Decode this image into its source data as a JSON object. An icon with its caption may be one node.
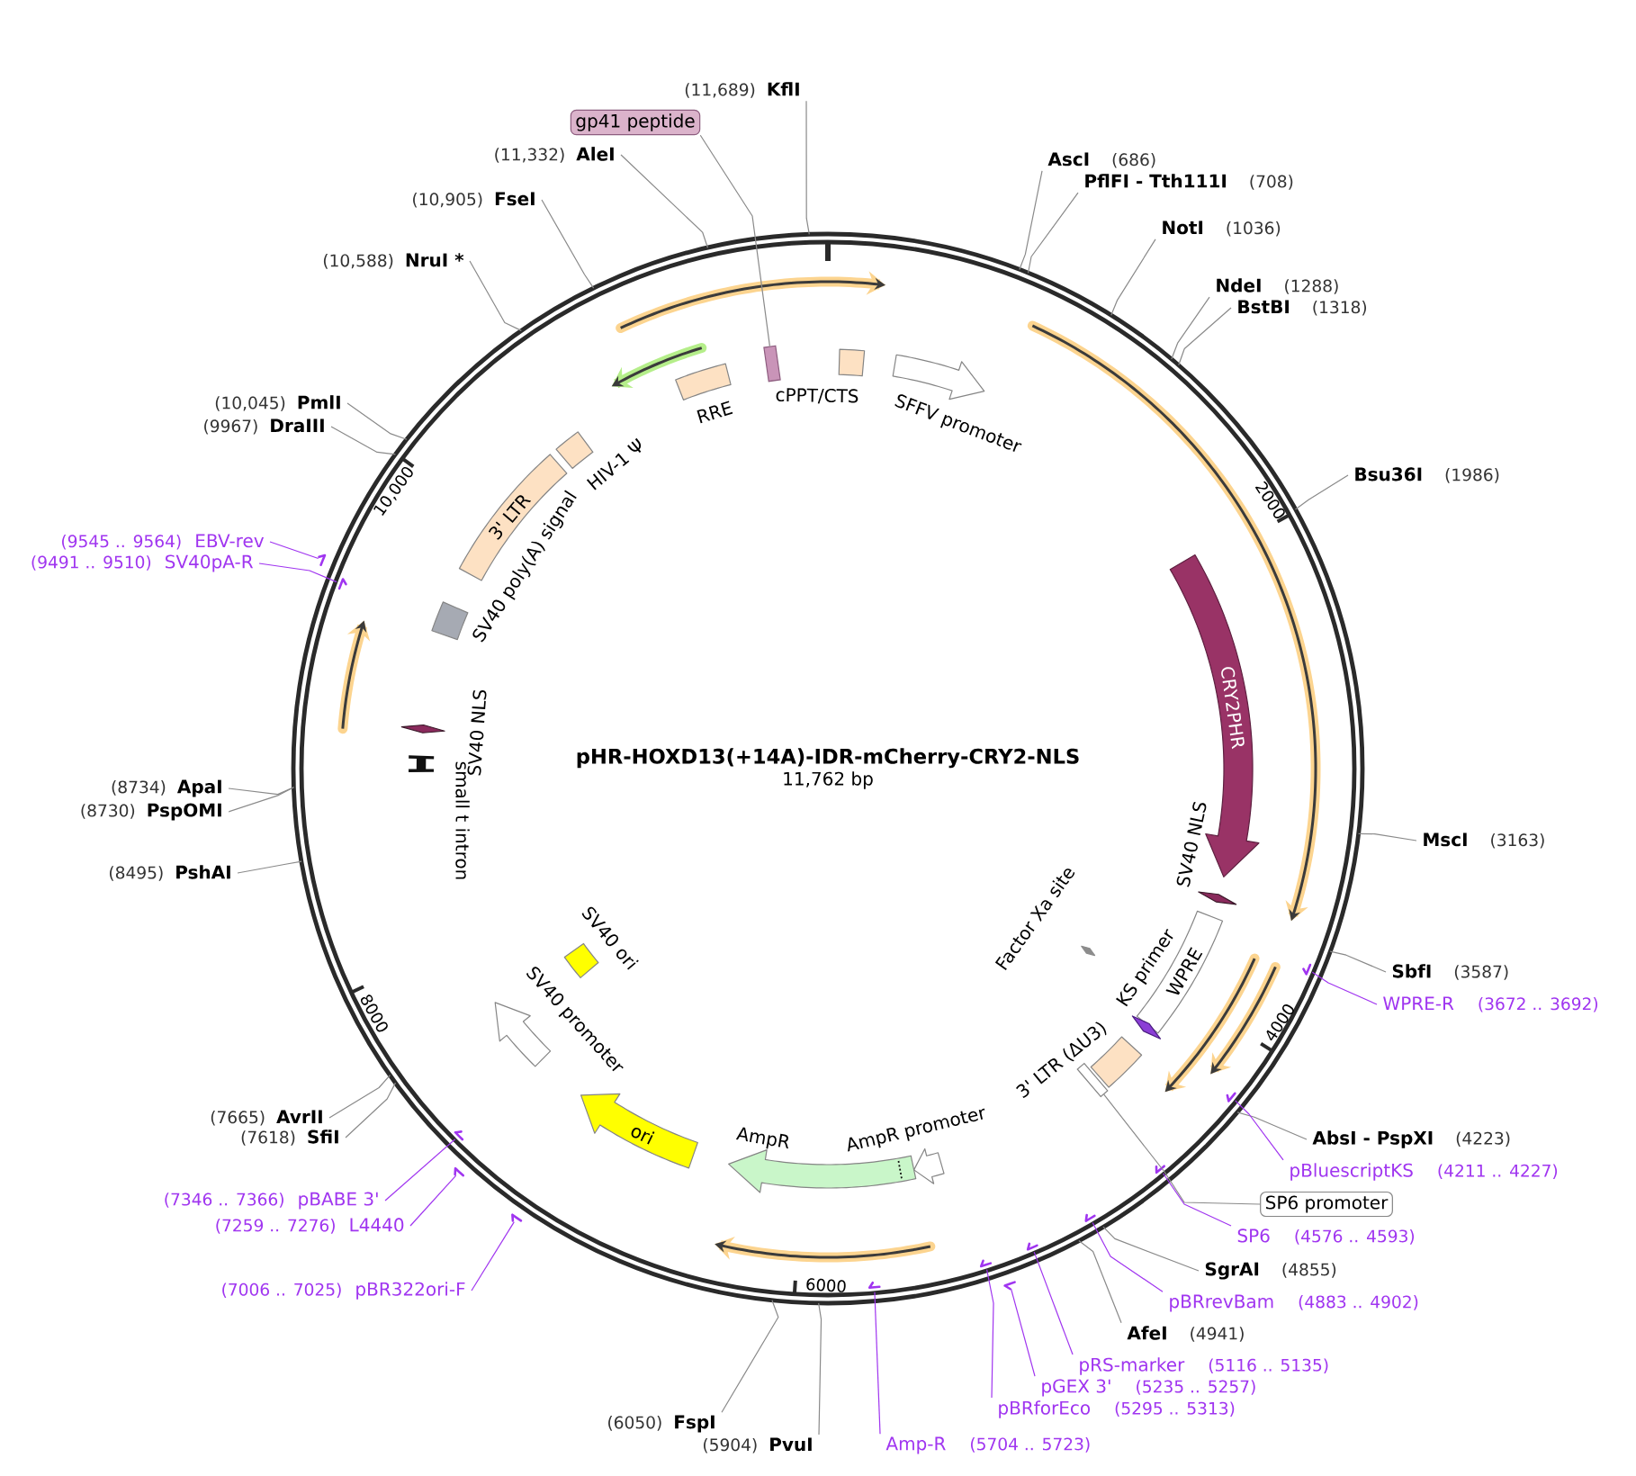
{
  "diagram": {
    "nodes": [
      {
        "text": [
          "pHR-HOXD13(+14A)-IDR-mCherry-CRY2-NLS",
          "11,762 bp"
        ]
      },
      {
        "text": [
          "cPPT/CTS"
        ],
        "in": 0
      },
      {
        "text": [
          "SFFV promoter"
        ],
        "in": 0
      },
      {
        "text": [
          "CRY2PHR"
        ],
        "in": 0
      },
      {
        "text": [
          "SV40 NLS"
        ],
        "in": 0
      },
      {
        "text": [
          "WPRE"
        ],
        "in": 0
      },
      {
        "text": [
          "Factor Xa site"
        ],
        "in": 0
      },
      {
        "text": [
          "KS primer"
        ],
        "in": 0
      },
      {
        "text": [
          "3' LTR (ΔU3)"
        ],
        "in": 0
      },
      {
        "text": [],
        "shape": "arrow",
        "in": 0
      },
      {
        "text": [
          "AmpR promoter"
        ],
        "in": 0
      },
      {
        "text": [
          "AmpR"
        ],
        "in": 0
      },
      {
        "text": [
          "ori"
        ],
        "in": 0
      },
      {
        "text": [
          "SV40 promoter"
        ],
        "in": 0
      },
      {
        "text": [
          "SV40 ori"
        ],
        "in": 0
      },
      {
        "text": [
          "small t intron"
        ],
        "in": 0
      },
      {
        "text": [
          "SV40 NLS"
        ],
        "in": 0
      },
      {
        "text": [
          "SV40 poly(A) signal"
        ],
        "in": 0
      },
      {
        "text": [
          "3' LTR"
        ],
        "in": 0
      },
      {
        "text": [
          "HIV-1 Ψ"
        ],
        "in": 0
      },
      {
        "text": [
          "RRE"
        ],
        "in": 0
      },
      {
        "text": [],
        "shape": "arrow",
        "in": 0
      },
      {
        "text": [
          "AscI",
          "(686)"
        ]
      },
      {
        "text": [
          "PflFI - Tth111I",
          "(708)"
        ]
      },
      {
        "text": [
          "NotI",
          "(1036)"
        ]
      },
      {
        "text": [
          "NdeI",
          "(1288)"
        ]
      },
      {
        "text": [
          "BstBI",
          "(1318)"
        ]
      },
      {
        "text": [
          "Bsu36I",
          "(1986)"
        ]
      },
      {
        "text": [
          "MscI",
          "(3163)"
        ]
      },
      {
        "text": [
          "SbfI",
          "(3587)"
        ]
      },
      {
        "text": [
          "WPRE-R",
          "(3672 .. 3692)"
        ]
      },
      {
        "text": [
          "AbsI - PspXI",
          "(4223)"
        ]
      },
      {
        "text": [
          "pBluescriptKS",
          "(4211 .. 4227)"
        ]
      },
      {
        "text": [
          "SP6 promoter"
        ]
      },
      {
        "text": [
          "SP6",
          "(4576 .. 4593)"
        ]
      },
      {
        "text": [
          "SgrAI",
          "(4855)"
        ]
      },
      {
        "text": [
          "pBRrevBam",
          "(4883 .. 4902)"
        ]
      },
      {
        "text": [
          "AfeI",
          "(4941)"
        ]
      },
      {
        "text": [
          "pRS-marker",
          "(5116 .. 5135)"
        ]
      },
      {
        "text": [
          "pGEX 3'",
          "(5235 .. 5257)"
        ]
      },
      {
        "text": [
          "pBRforEco",
          "(5295 .. 5313)"
        ]
      },
      {
        "text": [
          "Amp-R",
          "(5704 .. 5723)"
        ]
      },
      {
        "text": [
          "(5904)",
          "PvuI"
        ]
      },
      {
        "text": [
          "(6050)",
          "FspI"
        ]
      },
      {
        "text": [
          "(7006 .. 7025)",
          "pBR322ori-F"
        ]
      },
      {
        "text": [
          "(7259 .. 7276)",
          "L4440"
        ]
      },
      {
        "text": [
          "(7346 .. 7366)",
          "pBABE 3'"
        ]
      },
      {
        "text": [
          "(7618)",
          "SfiI"
        ]
      },
      {
        "text": [
          "(7665)",
          "AvrII"
        ]
      },
      {
        "text": [
          "(8495)",
          "PshAI"
        ]
      },
      {
        "text": [
          "(8730)",
          "PspOMI"
        ]
      },
      {
        "text": [
          "(8734)",
          "ApaI"
        ]
      },
      {
        "text": [
          "(9491 .. 9510)",
          "SV40pA-R"
        ]
      },
      {
        "text": [
          "(9545 .. 9564)",
          "EBV-rev"
        ]
      },
      {
        "text": [
          "(9967)",
          "DraIII"
        ]
      },
      {
        "text": [
          "(10,045)",
          "PmlI"
        ]
      },
      {
        "text": [
          "(10,588)",
          "NruI *"
        ]
      },
      {
        "text": [
          "(10,905)",
          "FseI"
        ]
      },
      {
        "text": [
          "(11,332)",
          "AleI"
        ]
      },
      {
        "text": [
          "gp41 peptide"
        ]
      },
      {
        "text": [
          "(11,689)",
          "KflI"
        ]
      },
      {
        "text": [],
        "shape": "bar",
        "in": 0
      },
      {
        "text": [],
        "shape": "bar",
        "in": 0
      },
      {
        "text": [],
        "shape": "bar",
        "in": 0
      },
      {
        "text": [],
        "shape": "bar",
        "in": 0
      },
      {
        "text": [],
        "shape": "bar",
        "in": 0
      },
      {
        "text": [],
        "shape": "bar"
      },
      {
        "text": [],
        "shape": "bar",
        "in": 0
      },
      {
        "text": [],
        "shape": "bar",
        "in": 0
      },
      {
        "text": [],
        "shape": "bar"
      },
      {
        "text": [],
        "shape": "bar"
      },
      {
        "text": [],
        "shape": "bar",
        "in": 0
      },
      {
        "text": [],
        "shape": "bar",
        "in": 0
      },
      {
        "text": [],
        "shape": "bar"
      }
    ],
    "edges": [
      {
        "from": 22,
        "to": 0,
        "arrow": "none"
      },
      {
        "from": 23,
        "to": 0,
        "arrow": "none"
      },
      {
        "from": 24,
        "to": 0,
        "arrow": "none"
      },
      {
        "from": 25,
        "to": 0,
        "arrow": "none"
      },
      {
        "from": 26,
        "to": 0,
        "arrow": "none"
      },
      {
        "from": 27,
        "to": 0,
        "arrow": "none"
      },
      {
        "from": 28,
        "to": 0,
        "arrow": "none"
      },
      {
        "from": 29,
        "to": 0,
        "arrow": "none"
      },
      {
        "from": 30,
        "to": 61,
        "arrow": "none",
        "color": "#a035f0"
      },
      {
        "from": 31,
        "to": 0,
        "arrow": "none"
      },
      {
        "from": 32,
        "to": 62,
        "arrow": "none",
        "color": "#a035f0"
      },
      {
        "from": 33,
        "to": 9,
        "arrow": "none"
      },
      {
        "from": 34,
        "to": 63,
        "arrow": "none",
        "color": "#a035f0"
      },
      {
        "from": 35,
        "to": 0,
        "arrow": "none"
      },
      {
        "from": 36,
        "to": 64,
        "arrow": "none",
        "color": "#a035f0"
      },
      {
        "from": 37,
        "to": 0,
        "arrow": "none"
      },
      {
        "from": 38,
        "to": 65,
        "arrow": "none",
        "color": "#a035f0"
      },
      {
        "from": 39,
        "to": 66,
        "arrow": "none",
        "color": "#a035f0"
      },
      {
        "from": 40,
        "to": 67,
        "arrow": "none",
        "color": "#a035f0"
      },
      {
        "from": 41,
        "to": 68,
        "arrow": "none",
        "color": "#a035f0"
      },
      {
        "from": 42,
        "to": 0,
        "arrow": "none"
      },
      {
        "from": 43,
        "to": 0,
        "arrow": "none"
      },
      {
        "from": 44,
        "to": 69,
        "arrow": "none",
        "color": "#a035f0"
      },
      {
        "from": 45,
        "to": 70,
        "arrow": "none",
        "color": "#a035f0"
      },
      {
        "from": 46,
        "to": 71,
        "arrow": "none",
        "color": "#a035f0"
      },
      {
        "from": 47,
        "to": 0,
        "arrow": "none"
      },
      {
        "from": 48,
        "to": 0,
        "arrow": "none"
      },
      {
        "from": 49,
        "to": 0,
        "arrow": "none"
      },
      {
        "from": 50,
        "to": 0,
        "arrow": "none"
      },
      {
        "from": 51,
        "to": 0,
        "arrow": "none"
      },
      {
        "from": 52,
        "to": 72,
        "arrow": "none",
        "color": "#a035f0"
      },
      {
        "from": 53,
        "to": 73,
        "arrow": "none",
        "color": "#a035f0"
      },
      {
        "from": 54,
        "to": 0,
        "arrow": "none"
      },
      {
        "from": 55,
        "to": 0,
        "arrow": "none"
      },
      {
        "from": 56,
        "to": 0,
        "arrow": "none"
      },
      {
        "from": 57,
        "to": 0,
        "arrow": "none"
      },
      {
        "from": 58,
        "to": 0,
        "arrow": "none"
      },
      {
        "from": 59,
        "to": 21,
        "arrow": "none"
      },
      {
        "from": 60,
        "to": 0,
        "arrow": "none"
      }
    ],
    "labels": [
      "10,000",
      "2000",
      "8000",
      "4000",
      "6000"
    ]
  }
}
